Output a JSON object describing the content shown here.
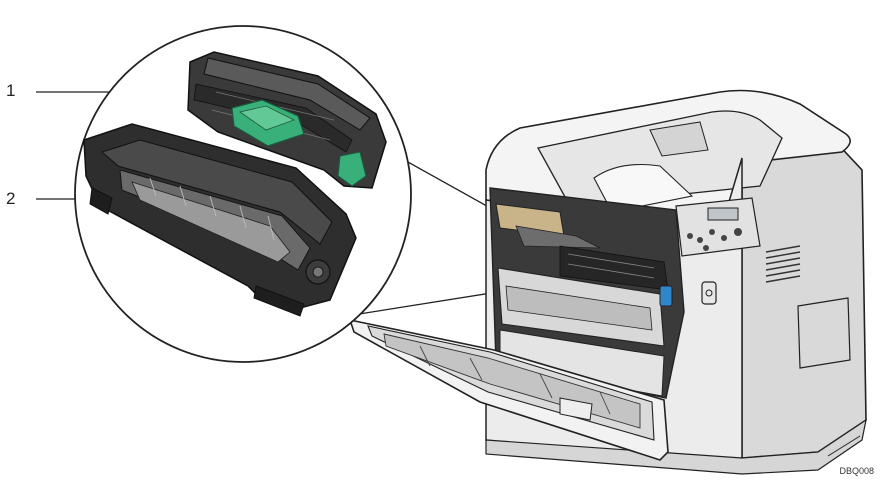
{
  "callouts": [
    {
      "number": "1"
    },
    {
      "number": "2"
    }
  ],
  "figure_code": "DBQ008",
  "colors": {
    "line": "#222222",
    "body_light": "#f4f4f4",
    "body_shade": "#cfcfcf",
    "dark_part": "#2b2b2b",
    "mid_part": "#555555",
    "accent_green": "#39b07a",
    "accent_blue": "#2f86c9"
  }
}
